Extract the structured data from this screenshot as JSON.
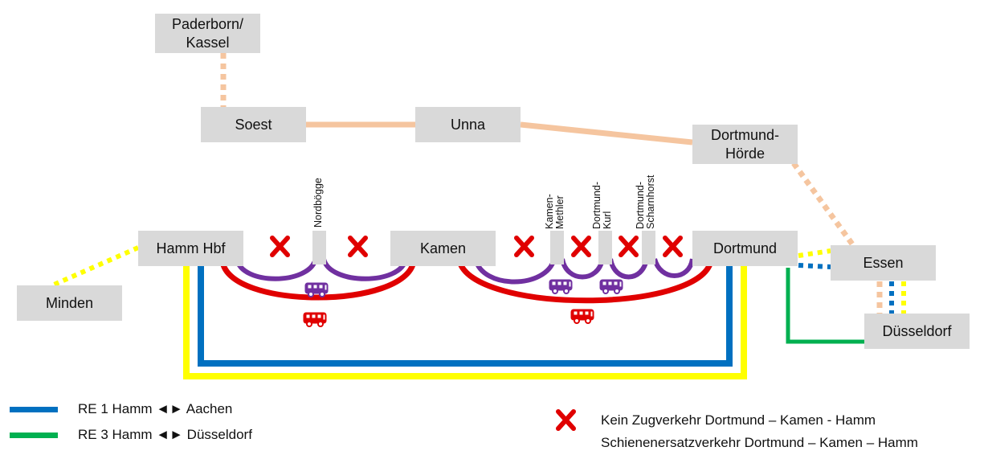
{
  "colors": {
    "station_bg": "#d9d9d9",
    "line_orange": "#f5c59f",
    "line_blue": "#0070c0",
    "line_yellow": "#ffff00",
    "line_green": "#00b050",
    "line_red": "#e00000",
    "line_purple": "#7030a0"
  },
  "stations": {
    "paderborn": "Paderborn/\nKassel",
    "soest": "Soest",
    "unna": "Unna",
    "hoerde": "Dortmund-\nHörde",
    "hamm": "Hamm Hbf",
    "kamen": "Kamen",
    "dortmund": "Dortmund",
    "essen": "Essen",
    "minden": "Minden",
    "duesseldorf": "Düsseldorf"
  },
  "small_stops": {
    "nordboegge": "Nordbögge",
    "methler": "Kamen-\nMethler",
    "kurl": "Dortmund-\nKurl",
    "scharnhorst": "Dortmund-\nScharnhorst"
  },
  "icons": {
    "no_train": "red-x-icon",
    "bus_purple": "bus-icon",
    "bus_red": "bus-icon"
  },
  "legend": {
    "re1": "RE 1 Hamm ◄► Aachen",
    "re3": "RE 3 Hamm ◄► Düsseldorf",
    "no_train": "Kein Zugverkehr Dortmund – Kamen - Hamm",
    "replacement": "Schienenersatzverkehr Dortmund – Kamen – Hamm"
  }
}
